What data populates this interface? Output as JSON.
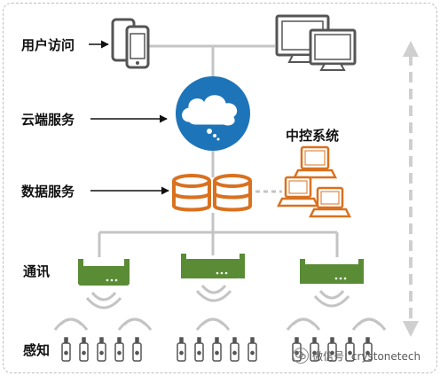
{
  "layers": {
    "user_access": "用户访问",
    "cloud_service": "云端服务",
    "data_service": "数据服务",
    "communication": "通讯",
    "sensing": "感知"
  },
  "central_control": "中控系统",
  "watermark": "微信号: crystonetech",
  "colors": {
    "cloud_circle": "#1e74b8",
    "database": "#d9711f",
    "computer": "#d9711f",
    "gateway": "#5a8c36",
    "line": "#c4c4c4",
    "dark_device": "#555555"
  }
}
